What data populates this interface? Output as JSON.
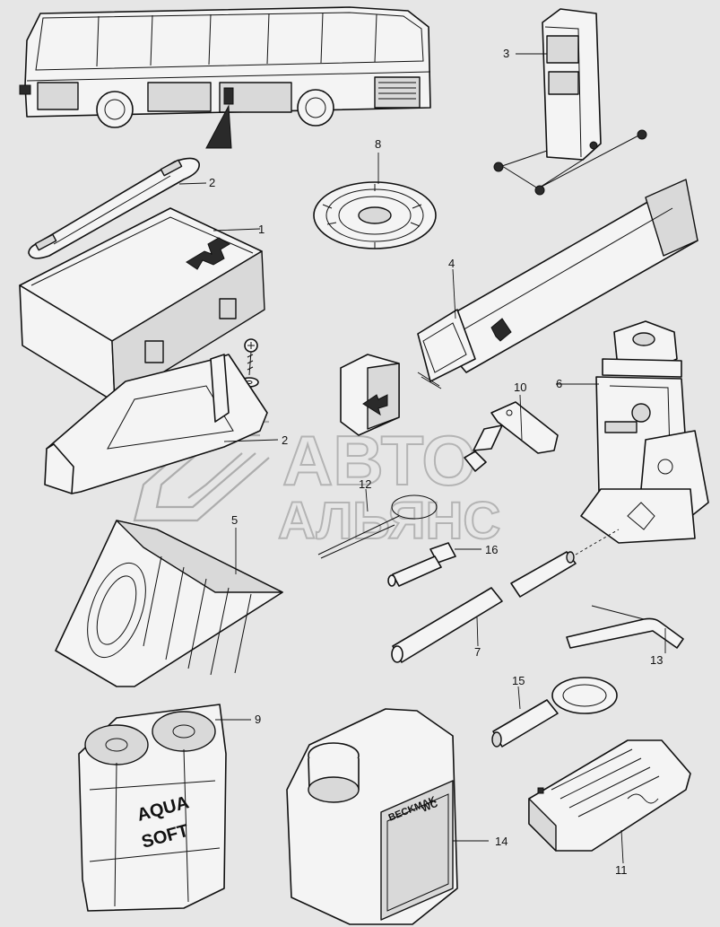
{
  "watermark": {
    "line1": "АВТО",
    "line2": "АЛЬЯНС"
  },
  "part_labels": [
    {
      "id": "p1",
      "text": "1"
    },
    {
      "id": "p2a",
      "text": "2"
    },
    {
      "id": "p2b",
      "text": "2"
    },
    {
      "id": "p3",
      "text": "3"
    },
    {
      "id": "p4",
      "text": "4"
    },
    {
      "id": "p5",
      "text": "5"
    },
    {
      "id": "p6",
      "text": "6"
    },
    {
      "id": "p7",
      "text": "7"
    },
    {
      "id": "p8",
      "text": "8"
    },
    {
      "id": "p9",
      "text": "9"
    },
    {
      "id": "p10",
      "text": "10"
    },
    {
      "id": "p11",
      "text": "11"
    },
    {
      "id": "p12",
      "text": "12"
    },
    {
      "id": "p13",
      "text": "13"
    },
    {
      "id": "p14",
      "text": "14"
    },
    {
      "id": "p15",
      "text": "15"
    },
    {
      "id": "p16",
      "text": "16"
    }
  ],
  "package_text": {
    "aqua_line1": "AQUA",
    "aqua_line2": "SOFT",
    "canister_line1": "BECKMAK",
    "canister_line2": "WC"
  }
}
